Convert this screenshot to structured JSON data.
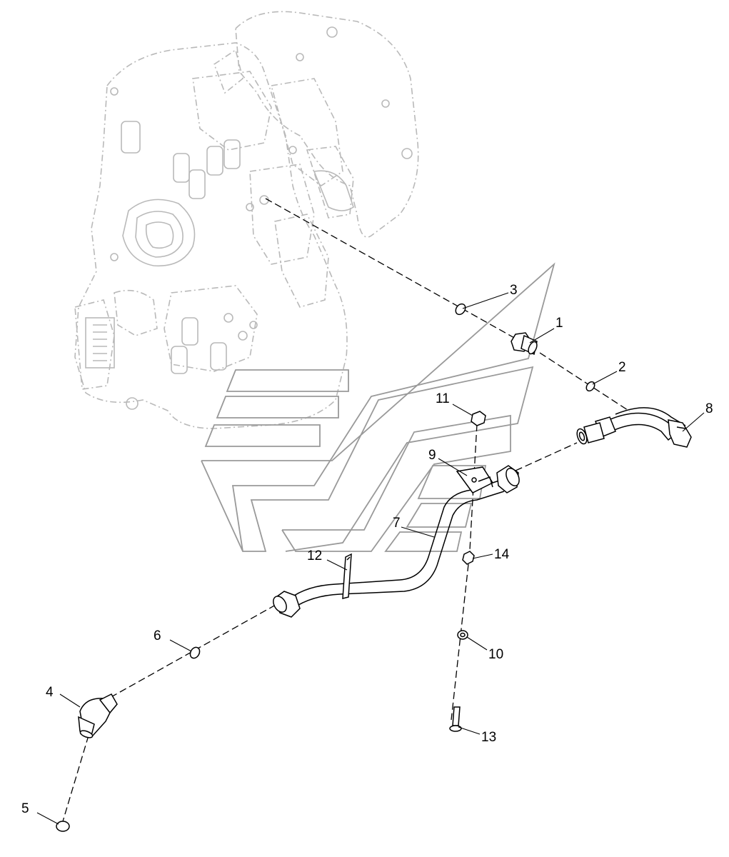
{
  "diagram": {
    "callouts": {
      "c1": "1",
      "c2": "2",
      "c3": "3",
      "c4": "4",
      "c5": "5",
      "c6": "6",
      "c7": "7",
      "c8": "8",
      "c9": "9",
      "c10": "10",
      "c11": "11",
      "c12": "12",
      "c13": "13",
      "c14": "14"
    },
    "colors": {
      "line": "#000000",
      "ghost": "#b9b9b9",
      "logo": "#999999",
      "background": "#ffffff"
    }
  }
}
